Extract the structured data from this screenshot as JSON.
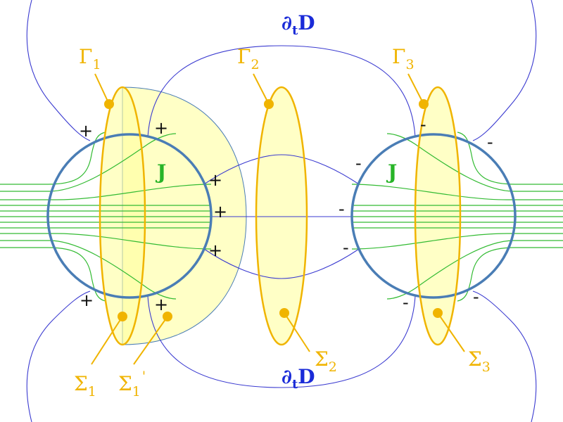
{
  "colors": {
    "conductor": "#4a7db5",
    "surface_stroke": "#f0b400",
    "surface_fill": "#ffffa0",
    "field_line": "#33bb33",
    "displacement_line": "#3a3ad0",
    "label_gold": "#f0b400",
    "label_blue": "#1a2bd8",
    "label_green": "#28b428",
    "sign": "#111111"
  },
  "labels": {
    "gamma1": {
      "base": "Γ",
      "sub": "1"
    },
    "gamma2": {
      "base": "Γ",
      "sub": "2"
    },
    "gamma3": {
      "base": "Γ",
      "sub": "3"
    },
    "sigma1": {
      "base": "Σ",
      "sub": "1"
    },
    "sigma1p": {
      "base": "Σ",
      "sub": "1",
      "prime": "'"
    },
    "sigma2": {
      "base": "Σ",
      "sub": "2"
    },
    "sigma3": {
      "base": "Σ",
      "sub": "3"
    },
    "dtD_top": {
      "partial": "∂",
      "sub": "t",
      "letter": "D"
    },
    "dtD_bottom": {
      "partial": "∂",
      "sub": "t",
      "letter": "D"
    },
    "j_left": "J",
    "j_right": "J"
  },
  "charges": {
    "left_symbol": "+",
    "right_symbol": "-"
  }
}
